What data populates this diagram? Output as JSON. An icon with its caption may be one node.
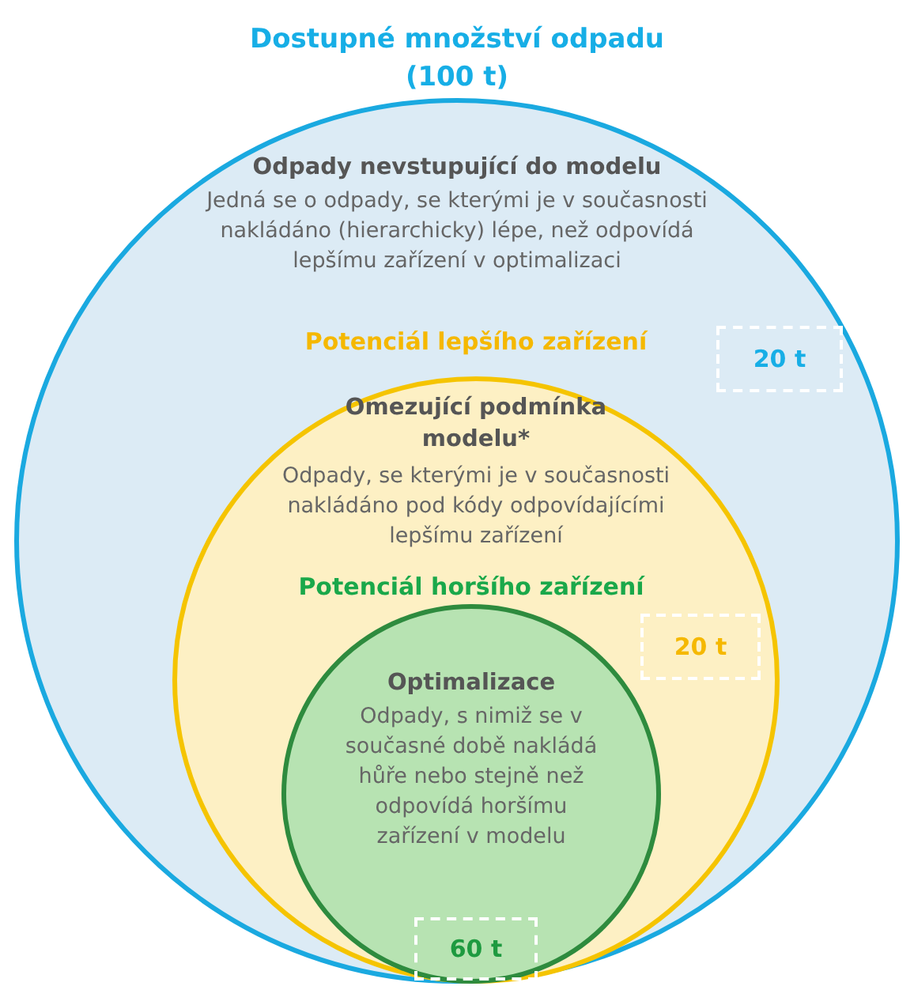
{
  "diagram": {
    "nodes": [
      {
        "text": [
          "Dostupné množství odpadu (100 t)",
          "Odpady nevstupující do modelu",
          "Jedná se o odpady, se kterými je v současnosti nakládáno (hierarchicky) lépe, než odpovídá lepšímu zařízení v optimalizaci",
          "20 t"
        ]
      },
      {
        "text": [
          "Potenciál lepšího zařízení",
          "Omezující podmínka modelu*",
          "Odpady, se kterými je v současnosti nakládáno pod kódy odpovídajícími lepšímu zařízení",
          "20 t"
        ],
        "in": 0
      },
      {
        "text": [
          "Potenciál horšího zařízení",
          "Optimalizace",
          "Odpady, s nimiž se v současné době nakládá hůře nebo stejně než odpovídá horšímu zařízení v modelu",
          "60 t"
        ],
        "in": 1
      }
    ],
    "edges": []
  }
}
